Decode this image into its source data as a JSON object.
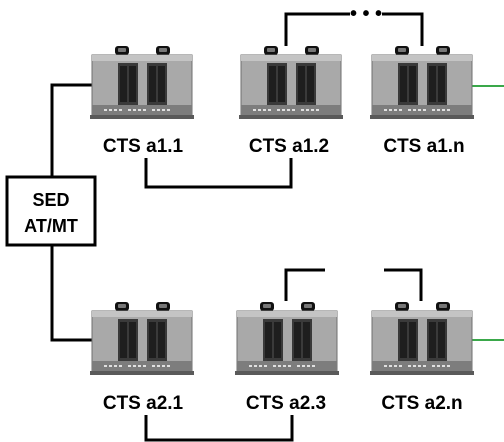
{
  "controller": {
    "line1": "SED",
    "line2": "AT/MT"
  },
  "row1": {
    "units": [
      {
        "label": "CTS a1.1"
      },
      {
        "label": "CTS a1.2"
      },
      {
        "label": "CTS a1.n"
      }
    ],
    "ellipsis": "• • •"
  },
  "row2": {
    "units": [
      {
        "label": "CTS a2.1"
      },
      {
        "label": "CTS a2.3"
      },
      {
        "label": "CTS a2.n"
      }
    ]
  },
  "colors": {
    "line": "#000000",
    "green_line": "#3aa84a",
    "cabinet_body": "#a9a9a9",
    "cabinet_panel": "#3a3a3a",
    "cabinet_base": "#7d7d7d"
  },
  "icons": [
    "cts-cabinet-icon",
    "sed-controller-box"
  ]
}
